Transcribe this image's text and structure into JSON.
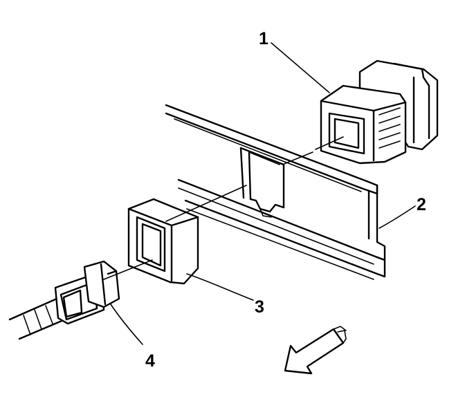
{
  "callouts": {
    "c1": "1",
    "c2": "2",
    "c3": "3",
    "c4": "4"
  },
  "colors": {
    "line": "#000000",
    "background": "#ffffff"
  },
  "icons": {
    "direction_arrow": "arrow-down-left-icon"
  }
}
